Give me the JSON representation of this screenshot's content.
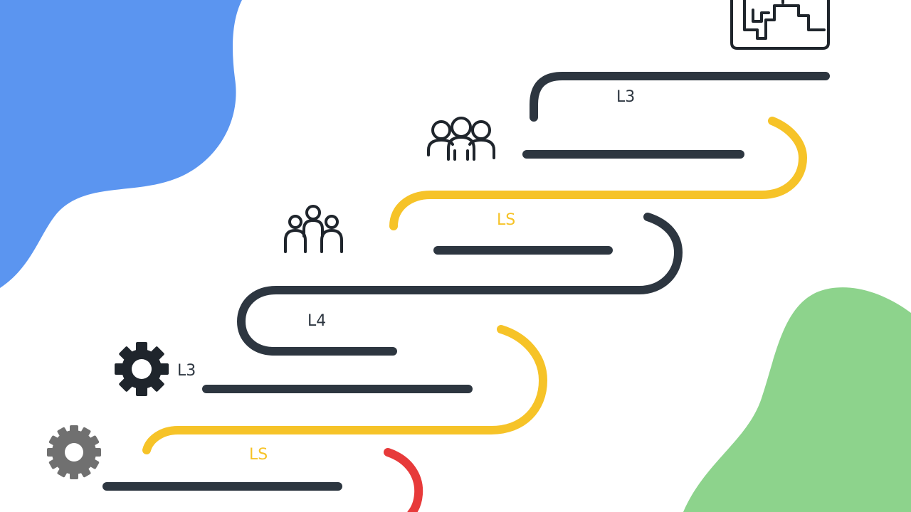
{
  "colors": {
    "background": "#ffffff",
    "blob_blue": "#5b95f0",
    "blob_green": "#8dd38c",
    "path_dark": "#2d3640",
    "path_yellow": "#f6c328",
    "path_red": "#e73a3a",
    "icon_dark": "#1f252c",
    "icon_gray": "#707070",
    "label_dark": "#2d3640",
    "label_yellow": "#f6c328"
  },
  "labels": {
    "top_right": "L3",
    "yellow_upper": "LS",
    "middle_dark": "L4",
    "gear": "L3",
    "yellow_lower": "LS"
  },
  "icons": [
    "floor-plan-icon",
    "group-of-three-people-icon",
    "family-icon",
    "gear-icon",
    "gray-gear-icon"
  ]
}
